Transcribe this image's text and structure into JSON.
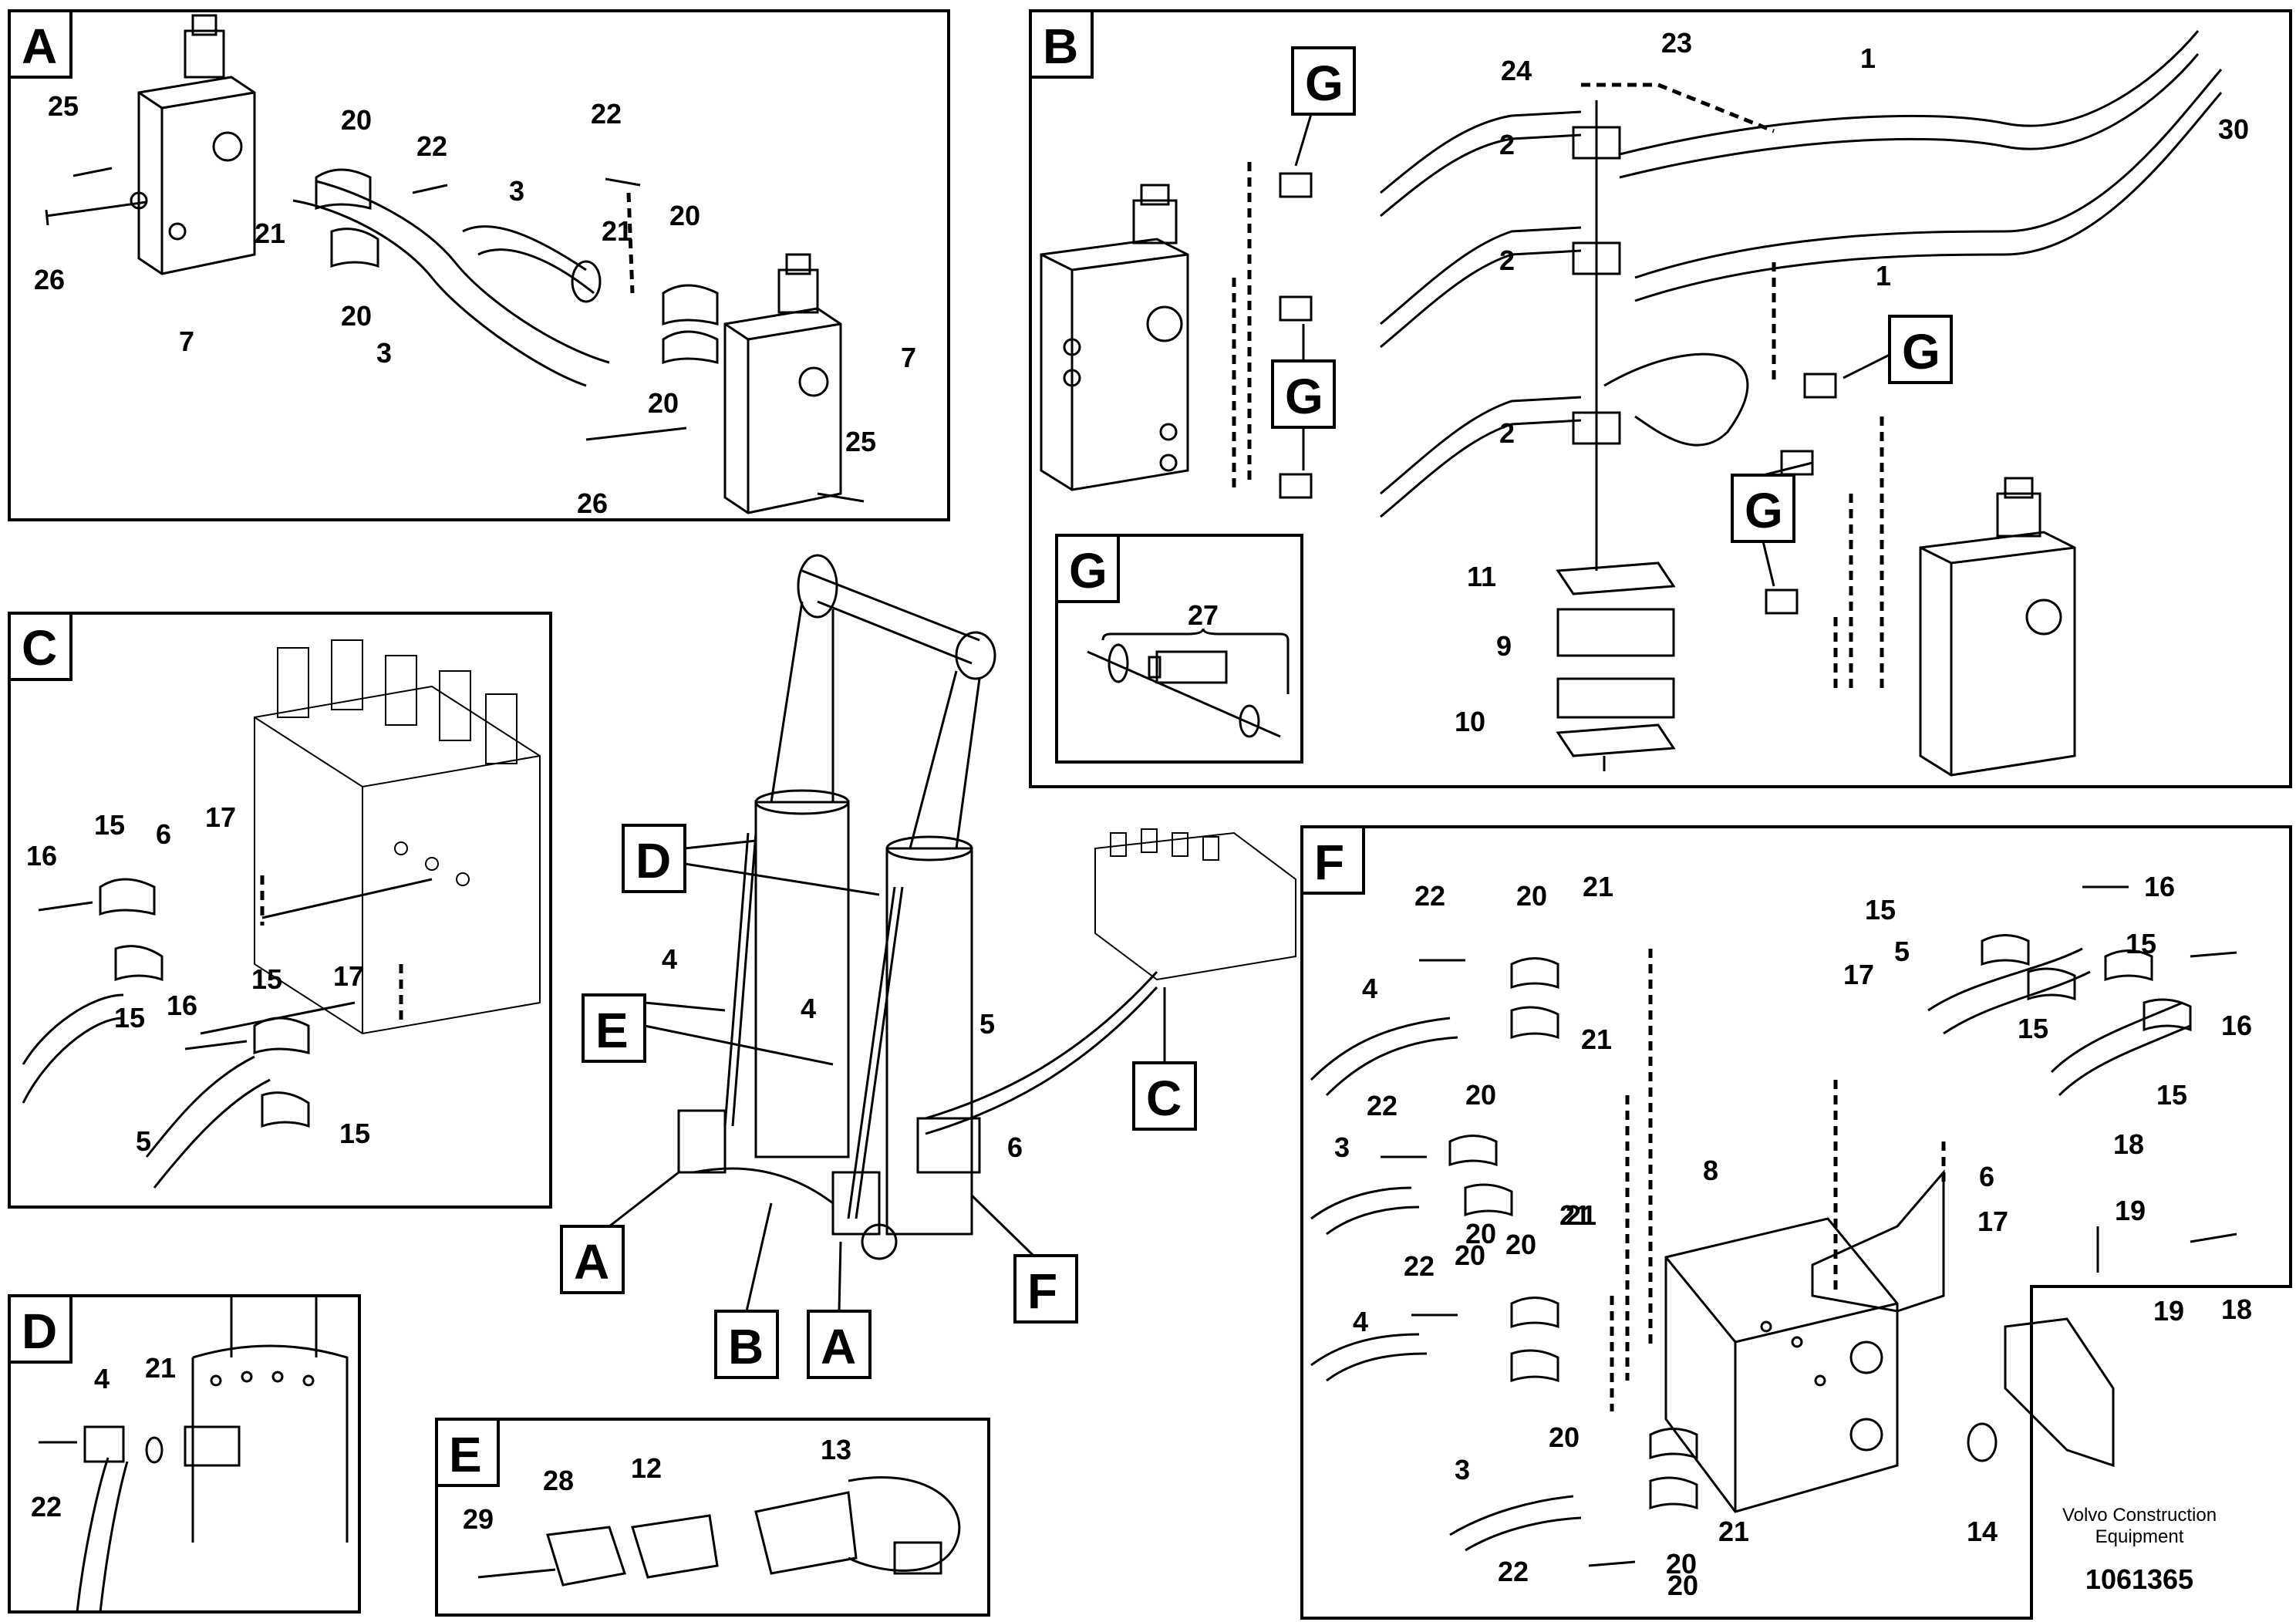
{
  "panels": {
    "A": {
      "letter": "A",
      "labels": [
        "25",
        "20",
        "22",
        "22",
        "3",
        "21",
        "20",
        "26",
        "7",
        "20",
        "21",
        "3",
        "20",
        "7",
        "26",
        "25"
      ]
    },
    "B": {
      "letter": "B",
      "labels": [
        "G",
        "24",
        "23",
        "1",
        "30",
        "2",
        "2",
        "G",
        "1",
        "G",
        "2",
        "G",
        "11",
        "9",
        "10",
        "G"
      ]
    },
    "G": {
      "letter": "G",
      "labels": [
        "27"
      ]
    },
    "C": {
      "letter": "C",
      "labels": [
        "16",
        "15",
        "6",
        "17",
        "15",
        "15",
        "17",
        "16",
        "15",
        "5"
      ]
    },
    "D": {
      "letter": "D",
      "labels": [
        "4",
        "21",
        "22"
      ]
    },
    "E": {
      "letter": "E",
      "labels": [
        "29",
        "28",
        "12",
        "13"
      ]
    },
    "F": {
      "letter": "F",
      "labels": [
        "22",
        "20",
        "21",
        "15",
        "16",
        "15",
        "4",
        "22",
        "20",
        "21",
        "17",
        "5",
        "15",
        "16",
        "3",
        "20",
        "20",
        "21",
        "18",
        "15",
        "6",
        "19",
        "8",
        "22",
        "20",
        "21",
        "17",
        "4",
        "18",
        "19",
        "20",
        "3",
        "20",
        "21",
        "14",
        "22",
        "20"
      ]
    }
  },
  "center": {
    "callouts": [
      "D",
      "E",
      "C",
      "A",
      "B",
      "A",
      "F"
    ],
    "labels": [
      "4",
      "4",
      "5",
      "6"
    ]
  },
  "footer": {
    "company_line1": "Volvo Construction",
    "company_line2": "Equipment",
    "doc_number": "1061365"
  }
}
